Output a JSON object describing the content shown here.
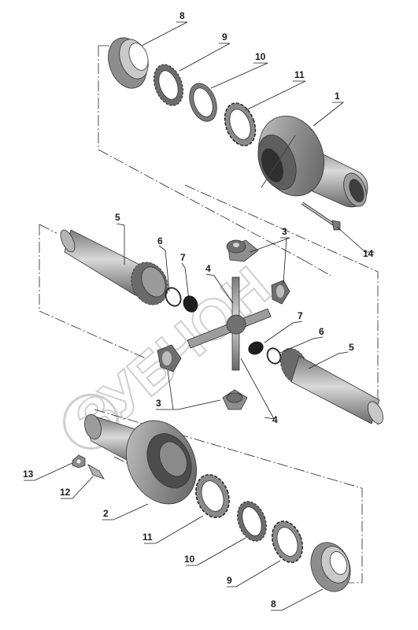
{
  "labels": {
    "l8_top": "8",
    "l9_top": "9",
    "l10_top": "10",
    "l11_top": "11",
    "l1": "1",
    "l5_left": "5",
    "l3_top": "3",
    "l6_left": "6",
    "l7_left": "7",
    "l4_top": "4",
    "l14": "14",
    "l7_right": "7",
    "l6_right": "6",
    "l5_right": "5",
    "l3_bottom": "3",
    "l4_bottom": "4",
    "l13": "13",
    "l12": "12",
    "l2": "2",
    "l11_bottom": "11",
    "l10_bottom": "10",
    "l9_bottom": "9",
    "l8_bottom": "8"
  },
  "watermark": {
    "text": "ЗУБЧОН"
  },
  "colors": {
    "part_fill": "#9a9a9a",
    "part_dark": "#5a5a5a",
    "part_light": "#d4d4d4",
    "line": "#1a1a1a"
  }
}
